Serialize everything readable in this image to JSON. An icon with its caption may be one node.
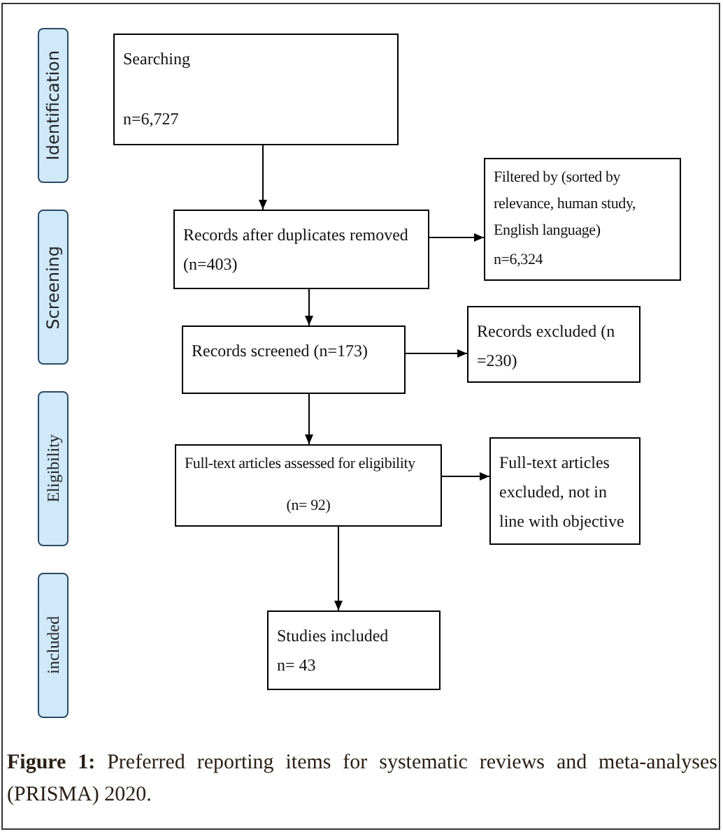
{
  "diagram": {
    "nodes": [
      {
        "text": [
          "Identification"
        ]
      },
      {
        "text": [
          "Screening"
        ]
      },
      {
        "text": [
          "Eligibility"
        ]
      },
      {
        "text": [
          "included"
        ]
      },
      {
        "text": [
          "Searching",
          "n=6,727"
        ]
      },
      {
        "text": [
          "Records after duplicates removed (n=403)"
        ]
      },
      {
        "text": [
          "Filtered by (sorted by relevance, human study, English language)",
          "n=6,324"
        ]
      },
      {
        "text": [
          "Records screened (n=173)"
        ]
      },
      {
        "text": [
          "Records excluded (n =230)"
        ]
      },
      {
        "text": [
          "Full-text articles assessed for eligibility",
          "(n= 92)"
        ]
      },
      {
        "text": [
          "Full-text articles excluded, not in line with objective"
        ]
      },
      {
        "text": [
          "Studies included",
          "n= 43"
        ]
      }
    ],
    "edges": [
      {
        "from": 4,
        "to": 5,
        "arrow": "to"
      },
      {
        "from": 5,
        "to": 6,
        "arrow": "to"
      },
      {
        "from": 5,
        "to": 7,
        "arrow": "to"
      },
      {
        "from": 7,
        "to": 8,
        "arrow": "to"
      },
      {
        "from": 7,
        "to": 9,
        "arrow": "to"
      },
      {
        "from": 9,
        "to": 10,
        "arrow": "to"
      },
      {
        "from": 9,
        "to": 11,
        "arrow": "to"
      }
    ],
    "caption": "**Figure 1:** Preferred reporting items for systematic reviews and meta-analyses (PRISMA) 2020."
  }
}
